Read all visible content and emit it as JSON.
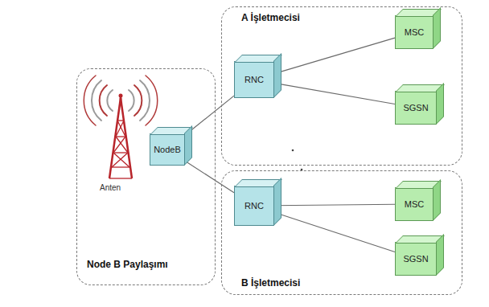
{
  "diagram": {
    "nodes": [
      {
        "text": [
          "Node B Paylaşımı"
        ]
      },
      {
        "text": [
          "NodeB"
        ],
        "in": 0
      },
      {
        "text": [
          "A İşletmecisi"
        ]
      },
      {
        "text": [
          "RNC"
        ],
        "in": 2
      },
      {
        "text": [
          "MSC"
        ],
        "in": 2
      },
      {
        "text": [
          "SGSN"
        ],
        "in": 2
      },
      {
        "text": [
          "B İşletmecisi"
        ]
      },
      {
        "text": [
          "RNC"
        ],
        "in": 6
      },
      {
        "text": [
          "MSC"
        ],
        "in": 6
      },
      {
        "text": [
          "SGSN"
        ],
        "in": 6
      }
    ],
    "edges": [
      {
        "from": 1,
        "to": 3,
        "arrow": "none"
      },
      {
        "from": 1,
        "to": 7,
        "arrow": "none"
      },
      {
        "from": 3,
        "to": 4,
        "arrow": "none"
      },
      {
        "from": 3,
        "to": 5,
        "arrow": "none"
      },
      {
        "from": 7,
        "to": 8,
        "arrow": "none"
      },
      {
        "from": 7,
        "to": 9,
        "arrow": "none"
      }
    ],
    "labels": [
      "Anten"
    ]
  }
}
